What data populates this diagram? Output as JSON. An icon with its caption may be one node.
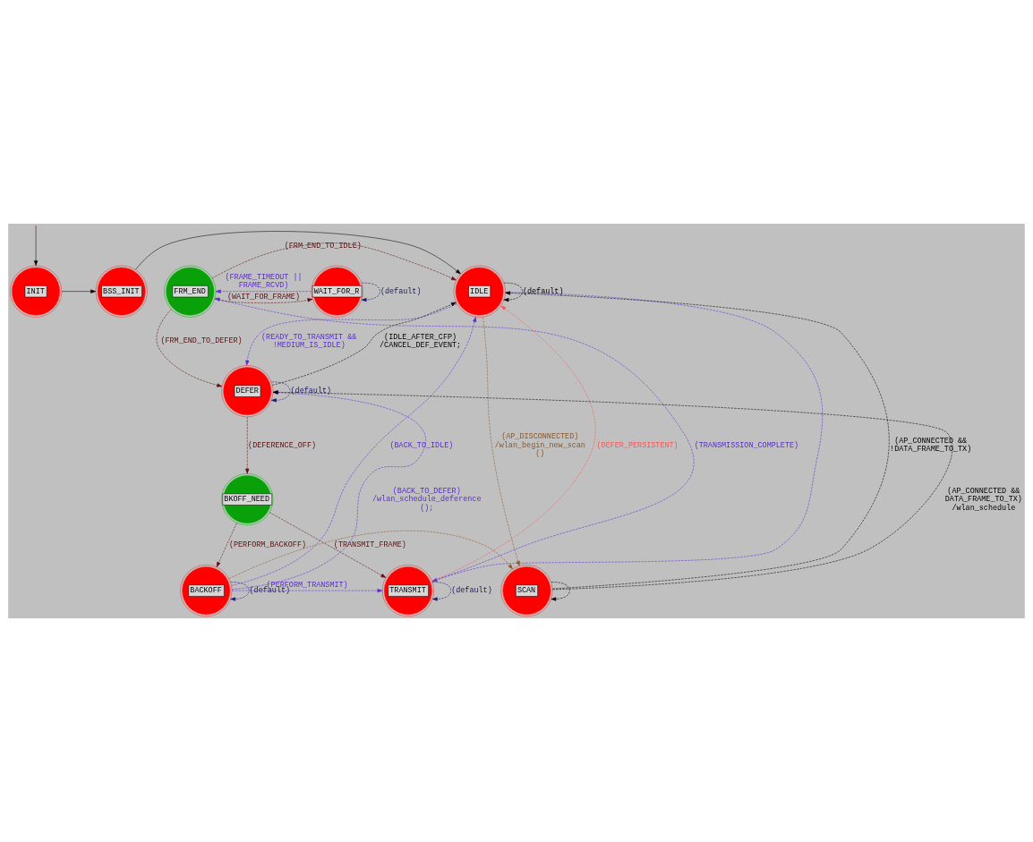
{
  "diagram": {
    "nodes": [
      {
        "text": [
          "INIT"
        ]
      },
      {
        "text": [
          "BSS_INIT"
        ]
      },
      {
        "text": [
          "IDLE"
        ]
      },
      {
        "text": [
          "FRM_END"
        ]
      },
      {
        "text": [
          "WAIT_FOR_R"
        ]
      },
      {
        "text": [
          "DEFER"
        ]
      },
      {
        "text": [
          "BKOFF_NEED"
        ]
      },
      {
        "text": [
          "BACKOFF"
        ]
      },
      {
        "text": [
          "TRANSMIT"
        ]
      },
      {
        "text": [
          "SCAN"
        ]
      }
    ],
    "edges": [
      {
        "from": null,
        "to": 0,
        "arrow": "to"
      },
      {
        "from": 0,
        "to": 1,
        "arrow": "to"
      },
      {
        "from": 1,
        "to": 2,
        "arrow": "to"
      },
      {
        "from": 2,
        "to": 2,
        "arrow": "to",
        "label": "(default)",
        "style": "dashed"
      },
      {
        "from": 9,
        "to": 2,
        "arrow": "to",
        "label": "(AP_CONNECTED && !DATA_FRAME_TO_TX)",
        "style": "dashed"
      },
      {
        "from": 2,
        "to": 9,
        "arrow": "to",
        "label": "(AP_DISCONNECTED)/wlan_begin_new_scan ()",
        "style": "dashed",
        "color": "#8b5a2b"
      },
      {
        "from": 3,
        "to": 2,
        "arrow": "to",
        "label": "(FRM_END_TO_IDLE)",
        "style": "dashed",
        "color": "#5a1010"
      },
      {
        "from": 5,
        "to": 2,
        "arrow": "to",
        "label": "(IDLE_AFTER_CFP)/CANCEL_DEF_EVENT;",
        "style": "dashed"
      },
      {
        "from": 2,
        "to": 5,
        "arrow": "to",
        "label": "(READY_TO_TRANSMIT && !MEDIUM_IS_IDLE)",
        "style": "dashed",
        "color": "#5a2bd8"
      },
      {
        "from": 3,
        "to": 4,
        "arrow": "to",
        "label": "(WAIT_FOR_FRAME)",
        "style": "dashed",
        "color": "#5a1010"
      },
      {
        "from": 4,
        "to": 3,
        "arrow": "to",
        "label": "(FRAME_TIMEOUT || FRAME_RCVD)",
        "style": "dashed",
        "color": "#5a2bd8"
      },
      {
        "from": 4,
        "to": 4,
        "arrow": "to",
        "label": "(default)",
        "style": "dashed",
        "color": "#1a1a6a"
      },
      {
        "from": 3,
        "to": 5,
        "arrow": "to",
        "label": "(FRM_END_TO_DEFER)",
        "style": "dashed",
        "color": "#5a1010"
      },
      {
        "from": 7,
        "to": 5,
        "arrow": "to",
        "label": "(BACK_TO_DEFER)/wlan_schedule_deference ();",
        "style": "dashed",
        "color": "#5a2bd8"
      },
      {
        "from": 5,
        "to": 5,
        "arrow": "to",
        "label": "(default)",
        "style": "dashed",
        "color": "#1a1a6a"
      },
      {
        "from": 5,
        "to": 6,
        "arrow": "to",
        "label": "(DEFERENCE_OFF)",
        "style": "dashed",
        "color": "#5a1010"
      },
      {
        "from": 8,
        "to": 3,
        "arrow": "to",
        "label": "(TRANSMISSION_COMPLETE)",
        "style": "dashed",
        "color": "#5a2bd8"
      },
      {
        "from": 6,
        "to": 7,
        "arrow": "to",
        "label": "(PERFORM_BACKOFF)",
        "style": "dashed",
        "color": "#5a1010"
      },
      {
        "from": 6,
        "to": 8,
        "arrow": "to",
        "label": "(TRANSMIT_FRAME)",
        "style": "dashed",
        "color": "#5a1010"
      },
      {
        "from": 8,
        "to": 2,
        "arrow": "to",
        "label": "(DEFER_PERSISTENT)",
        "style": "dashed",
        "color": "#ff5555"
      },
      {
        "from": 9,
        "to": 5,
        "arrow": "to",
        "label": "(AP_CONNECTED && DATA_FRAME_TO_TX)/wlan_schedule",
        "style": "dashed"
      },
      {
        "from": 7,
        "to": 2,
        "arrow": "to",
        "label": "(BACK_TO_IDLE)",
        "style": "dashed",
        "color": "#5a2bd8"
      },
      {
        "from": 2,
        "to": 8,
        "arrow": "to",
        "style": "dashed",
        "color": "#5a2bd8"
      },
      {
        "from": 7,
        "to": 8,
        "arrow": "to",
        "label": "(PERFORM_TRANSMIT)",
        "style": "dashed",
        "color": "#5a2bd8"
      },
      {
        "from": 7,
        "to": 7,
        "arrow": "to",
        "label": "(default)",
        "style": "dashed",
        "color": "#1a1a6a"
      },
      {
        "from": 8,
        "to": 8,
        "arrow": "to",
        "label": "(default)",
        "style": "dashed",
        "color": "#1a1a6a"
      },
      {
        "from": 7,
        "to": 9,
        "arrow": "to",
        "style": "dashed",
        "color": "#8b5a2b"
      },
      {
        "from": 9,
        "to": 9,
        "arrow": "to",
        "style": "dashed"
      }
    ]
  }
}
